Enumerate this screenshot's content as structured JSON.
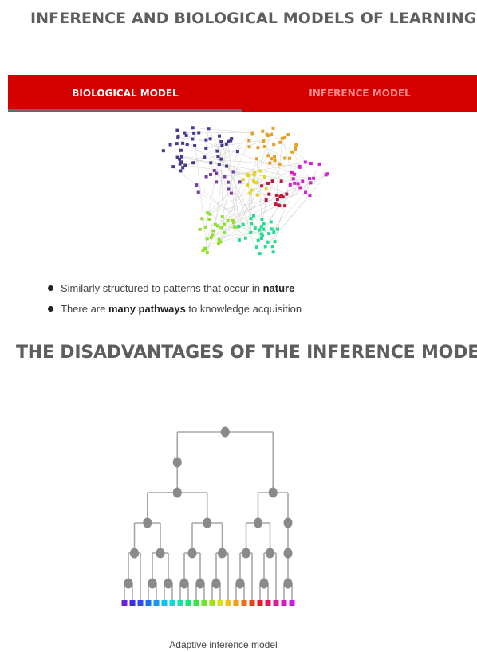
{
  "header": {
    "title": "INFERENCE AND BIOLOGICAL MODELS OF LEARNING"
  },
  "tabs": [
    {
      "label": "BIOLOGICAL MODEL",
      "active": true
    },
    {
      "label": "INFERENCE MODEL",
      "active": false
    }
  ],
  "colors": {
    "tab_bar": "#d40000",
    "active_tab_text": "#ffffff",
    "inactive_tab_text": "#ff8a8a",
    "heading_text": "#5e5e5e"
  },
  "biological_model": {
    "illustration": "clustered-network-graph",
    "bullets": [
      {
        "before": "Similarly structured to patterns that occur in ",
        "bold": "nature",
        "after": ""
      },
      {
        "before": "There are ",
        "bold": "many pathways",
        "after": " to knowledge acquisition"
      }
    ]
  },
  "disadvantages": {
    "title": "THE DISADVANTAGES OF THE INFERENCE MODEL",
    "illustration": "hierarchical-tree-diagram",
    "caption": "Adaptive inference model"
  }
}
